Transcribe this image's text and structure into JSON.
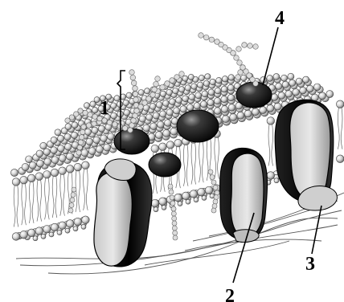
{
  "diagram": {
    "labels": [
      {
        "id": "marker-1",
        "text": "1"
      },
      {
        "id": "marker-2",
        "text": "2"
      },
      {
        "id": "marker-3",
        "text": "3"
      },
      {
        "id": "marker-4",
        "text": "4"
      }
    ]
  }
}
